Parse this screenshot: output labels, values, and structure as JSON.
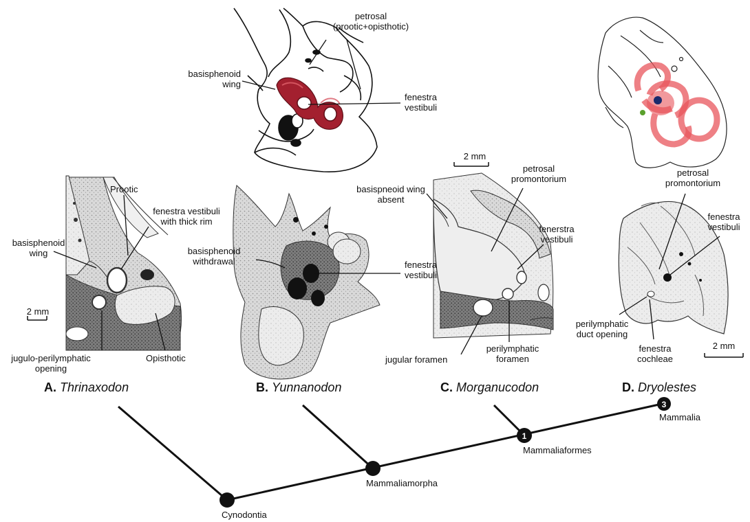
{
  "panels": {
    "A": {
      "letter": "A.",
      "taxon": "Thrinaxodon",
      "labels": {
        "prootic": "Prootic",
        "fenestra": "fenestra vestibuli\nwith thick rim",
        "basisphenoid": "basisphenoid\nwing",
        "scale": "2 mm",
        "jugulo": "jugulo-perilymphatic\nopening",
        "opisthotic": "Opisthotic"
      }
    },
    "B": {
      "letter": "B.",
      "taxon": "Yunnanodon",
      "labels": {
        "petrosal": "petrosal\n(prootic+opisthotic)",
        "basisphenoid_wing": "basisphenoid\nwing",
        "fenestra_top": "fenestra\nvestibuli",
        "withdrawal": "basisphenoid\nwithdrawal",
        "fenestra": "fenestra\nvestibuli"
      }
    },
    "C": {
      "letter": "C.",
      "taxon": "Morganucodon",
      "labels": {
        "scale": "2 mm",
        "promontorium": "petrosal\npromontorium",
        "basis_absent": "basispneoid wing\nabsent",
        "fenestra": "fenerstra\nvestibuli",
        "jugular": "jugular foramen",
        "perilymphatic": "perilymphatic\nforamen"
      }
    },
    "D": {
      "letter": "D.",
      "taxon": "Dryolestes",
      "labels": {
        "promontorium": "petrosal\npromontorium",
        "fenestra": "fenestra\nvestibuli",
        "duct": "perilymphatic\nduct opening",
        "cochleae": "fenestra\ncochleae",
        "scale": "2 mm"
      }
    }
  },
  "tree": {
    "nodes": [
      "Cynodontia",
      "Mammaliamorpha",
      "Mammaliaformes",
      "Mammalia"
    ],
    "numbered": [
      {
        "num": "1",
        "label": "Mammaliaformes"
      },
      {
        "num": "3",
        "label": "Mammalia"
      }
    ]
  },
  "colors": {
    "ink": "#111111",
    "inner_ear_dark_red": "#a3202f",
    "inner_ear_pink": "#e8555c",
    "bone_shade": "#b8b8b8",
    "bone_dark": "#3a3a3a",
    "vestibule_blue": "#1a2a6c",
    "green_mark": "#5aa02c"
  }
}
